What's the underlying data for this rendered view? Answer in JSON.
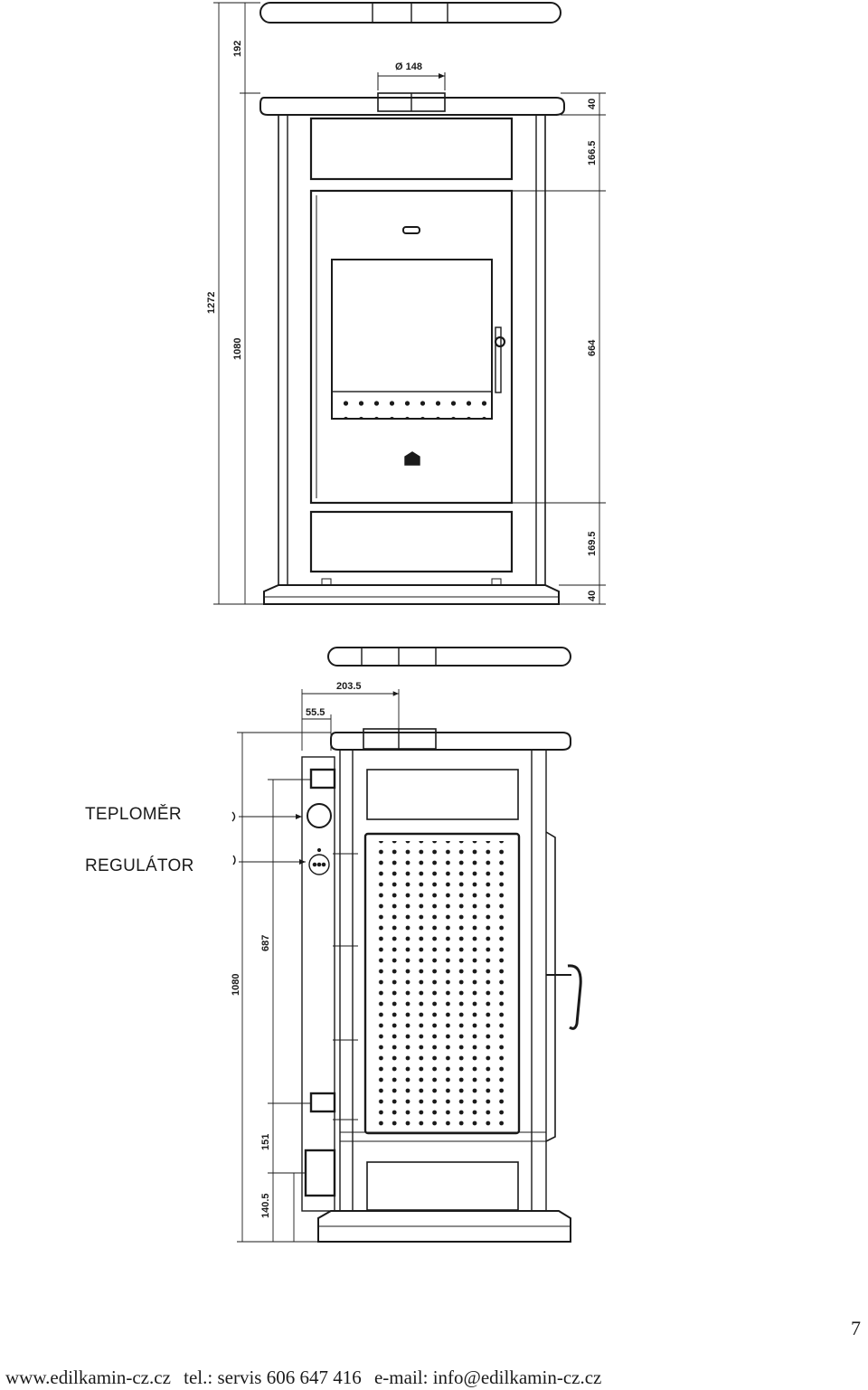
{
  "front_view": {
    "dim_diameter": "Ø 148",
    "dim_overall_height": "1272",
    "dim_body_height": "1080",
    "dim_top_cap": "192",
    "dim_right_top": "40",
    "dim_right_upper": "166.5",
    "dim_right_middle": "664",
    "dim_right_lower": "169.5",
    "dim_right_bottom": "40"
  },
  "side_view": {
    "dim_depth_flue": "203.5",
    "dim_offset": "55.5",
    "dim_body_height": "1080",
    "dim_inlet_height": "687",
    "dim_lower": "151",
    "dim_bottom": "140.5"
  },
  "labels": {
    "thermometer": "TEPLOMĚR",
    "regulator": "REGULÁTOR"
  },
  "page_number": "7",
  "footer": {
    "website": "www.edilkamin-cz.cz",
    "phone": "tel.: servis 606 647 416",
    "email": "e-mail: info@edilkamin-cz.cz"
  }
}
